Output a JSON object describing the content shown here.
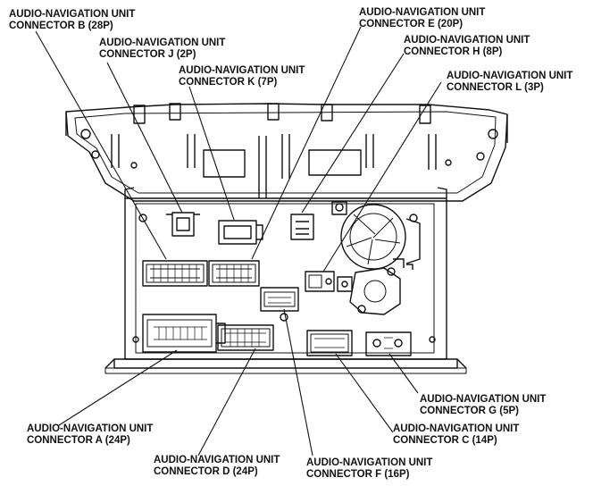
{
  "labels": {
    "b": {
      "l1": "AUDIO-NAVIGATION UNIT",
      "l2": "CONNECTOR B (28P)"
    },
    "j": {
      "l1": "AUDIO-NAVIGATION UNIT",
      "l2": "CONNECTOR J (2P)"
    },
    "k": {
      "l1": "AUDIO-NAVIGATION UNIT",
      "l2": "CONNECTOR K (7P)"
    },
    "e": {
      "l1": "AUDIO-NAVIGATION UNIT",
      "l2": "CONNECTOR E (20P)"
    },
    "h": {
      "l1": "AUDIO-NAVIGATION UNIT",
      "l2": "CONNECTOR H (8P)"
    },
    "l": {
      "l1": "AUDIO-NAVIGATION UNIT",
      "l2": "CONNECTOR L (3P)"
    },
    "g": {
      "l1": "AUDIO-NAVIGATION UNIT",
      "l2": "CONNECTOR G (5P)"
    },
    "a": {
      "l1": "AUDIO-NAVIGATION UNIT",
      "l2": "CONNECTOR A (24P)"
    },
    "c": {
      "l1": "AUDIO-NAVIGATION UNIT",
      "l2": "CONNECTOR C (14P)"
    },
    "d": {
      "l1": "AUDIO-NAVIGATION UNIT",
      "l2": "CONNECTOR D (24P)"
    },
    "f": {
      "l1": "AUDIO-NAVIGATION UNIT",
      "l2": "CONNECTOR F (16P)"
    }
  },
  "colors": {
    "ink": "#111111",
    "background": "#ffffff"
  }
}
